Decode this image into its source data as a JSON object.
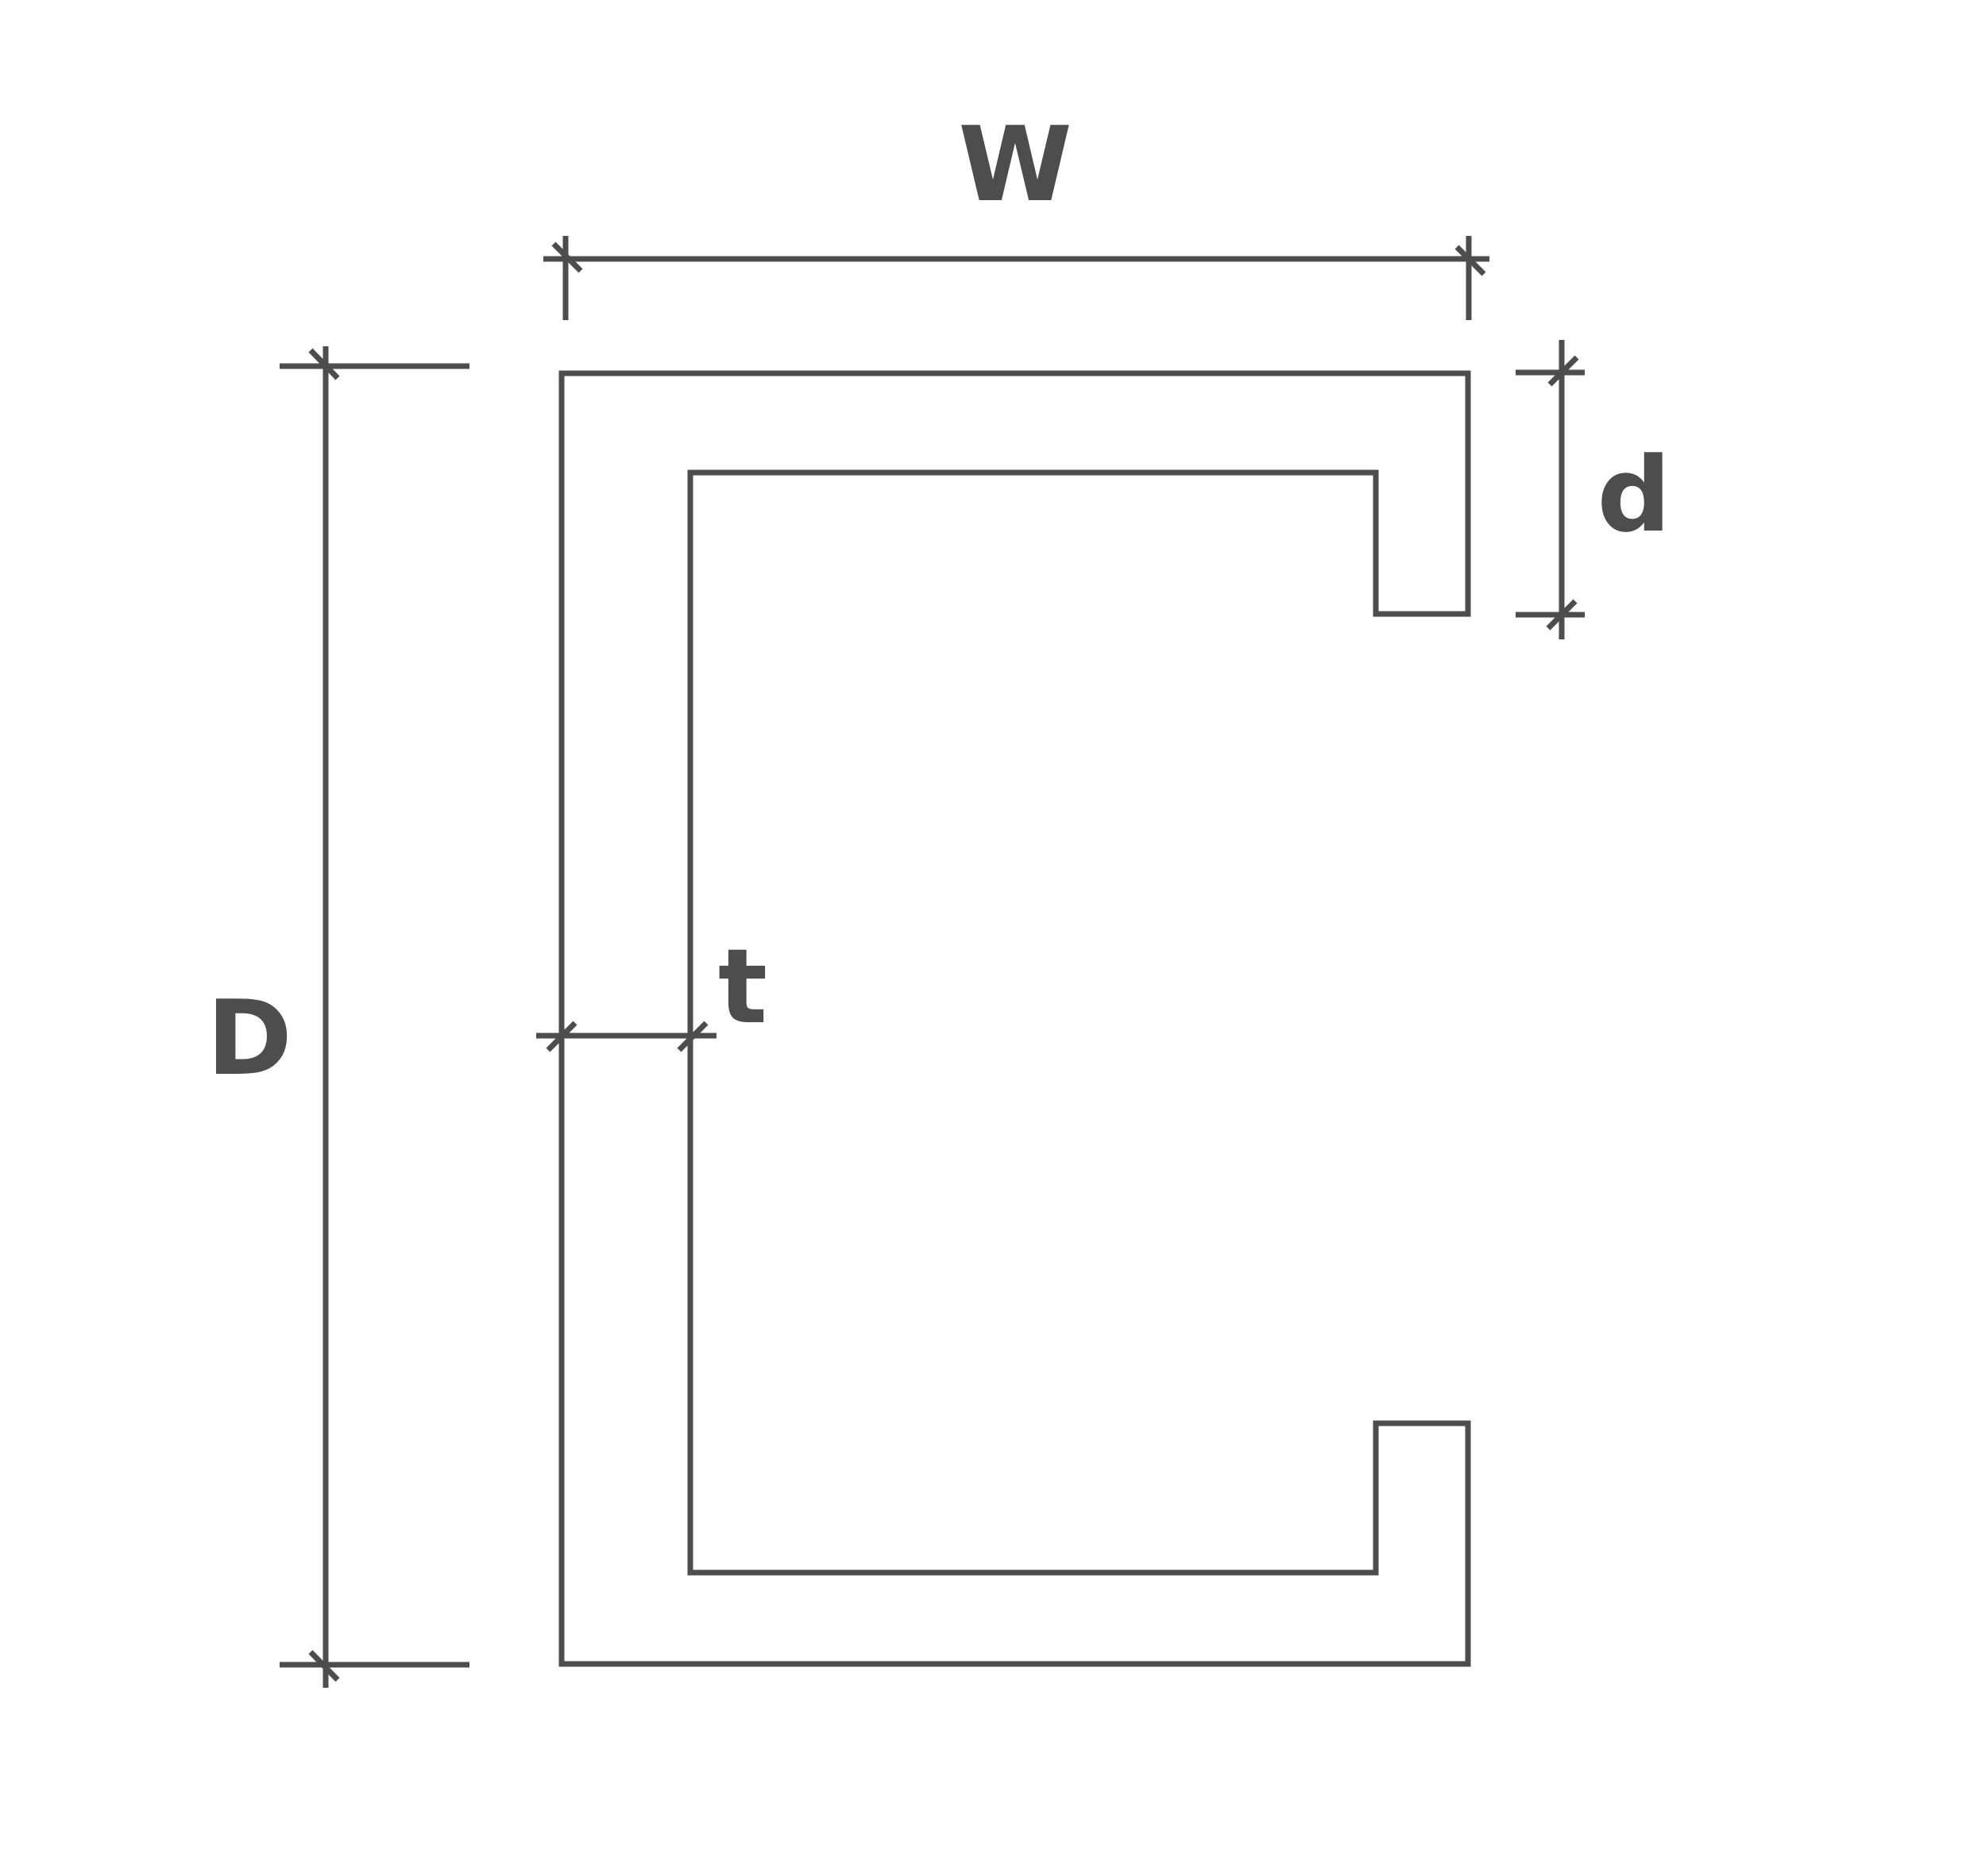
{
  "section": "c-channel-profile",
  "colors": {
    "line": "#4d4d4d",
    "background": "#ffffff"
  },
  "dimensions": {
    "width_label": "W",
    "depth_label": "D",
    "lip_label": "d",
    "thickness_label": "t"
  }
}
